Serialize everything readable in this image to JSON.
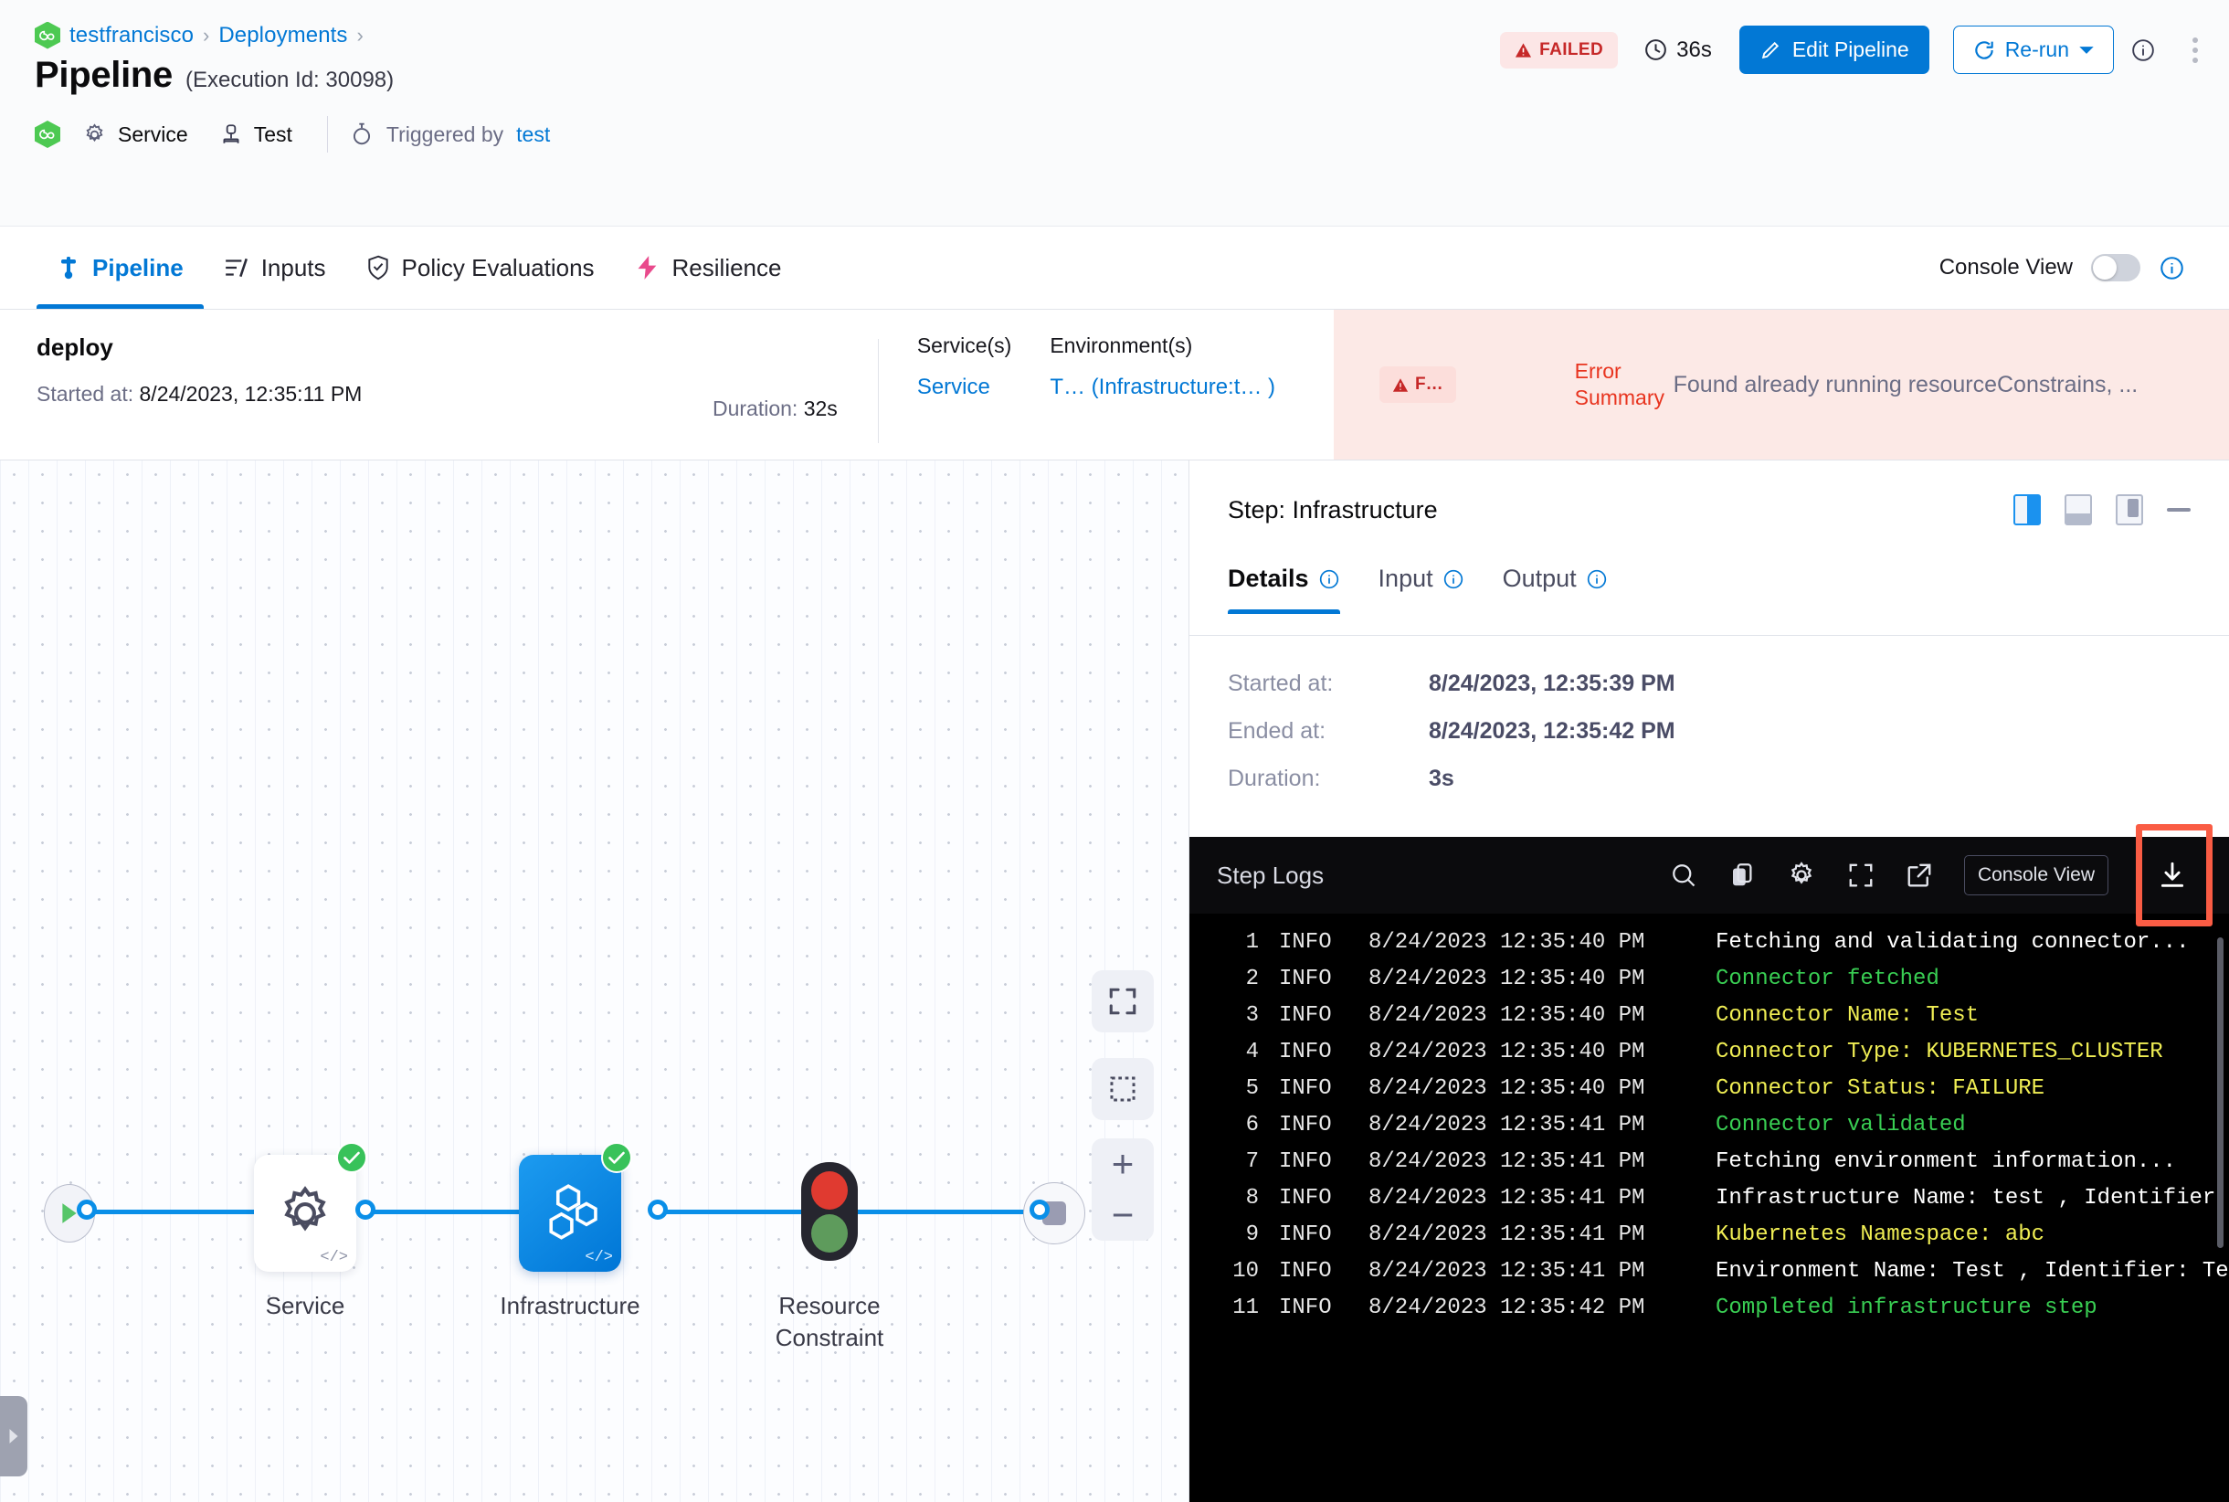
{
  "header": {
    "breadcrumb": {
      "project": "testfrancisco",
      "section": "Deployments",
      "separator": "›"
    },
    "title": "Pipeline",
    "execution_id": "(Execution Id: 30098)",
    "meta": {
      "service": "Service",
      "env": "Test",
      "triggered_prefix": "Triggered by",
      "triggered_by": "test"
    },
    "status_badge": "FAILED",
    "duration": "36s",
    "edit_button": "Edit Pipeline",
    "rerun_button": "Re-run",
    "colors": {
      "accent": "#0278d5",
      "failed_bg": "#fce6e6",
      "failed_fg": "#c62828",
      "ok_green": "#38c25a"
    }
  },
  "tabs": [
    {
      "label": "Pipeline",
      "icon": "pipeline-icon",
      "active": true
    },
    {
      "label": "Inputs",
      "icon": "inputs-icon",
      "active": false
    },
    {
      "label": "Policy Evaluations",
      "icon": "shield-check-icon",
      "active": false
    },
    {
      "label": "Resilience",
      "icon": "resilience-icon",
      "active": false
    }
  ],
  "console_view": {
    "label": "Console View",
    "enabled": false
  },
  "stage": {
    "name": "deploy",
    "started_label": "Started at:",
    "started_value": "8/24/2023, 12:35:11 PM",
    "duration_label": "Duration:",
    "duration_value": "32s",
    "services_header": "Service(s)",
    "services_value": "Service",
    "environments_header": "Environment(s)",
    "environments_value": "T… (Infrastructure:t… )",
    "failed_chip": "F…",
    "error_label_line1": "Error",
    "error_label_line2": "Summary",
    "error_text": "Found already running resourceConstrains, ..."
  },
  "graph": {
    "nodes": [
      {
        "label": "Service",
        "type": "service",
        "status": "success"
      },
      {
        "label": "Infrastructure",
        "type": "infrastructure",
        "status": "success",
        "selected": true
      },
      {
        "label": "Resource\nConstraint",
        "label_line1": "Resource",
        "label_line2": "Constraint",
        "type": "resource-constraint",
        "status": "blocked"
      }
    ],
    "controls": [
      {
        "name": "fit-to-screen-icon"
      },
      {
        "name": "select-area-icon"
      },
      {
        "name": "zoom-in-icon",
        "glyph": "+"
      },
      {
        "name": "zoom-out-icon",
        "glyph": "−"
      }
    ]
  },
  "step_panel": {
    "title": "Step: Infrastructure",
    "view_modes": [
      "split-right-view",
      "bottom-view",
      "right-panel-view"
    ],
    "minimize": "minimize-icon",
    "tabs": [
      {
        "label": "Details",
        "active": true
      },
      {
        "label": "Input",
        "active": false
      },
      {
        "label": "Output",
        "active": false
      }
    ],
    "details": [
      {
        "key": "Started at:",
        "value": "8/24/2023, 12:35:39 PM"
      },
      {
        "key": "Ended at:",
        "value": "8/24/2023, 12:35:42 PM"
      },
      {
        "key": "Duration:",
        "value": "3s"
      }
    ]
  },
  "step_logs": {
    "title": "Step Logs",
    "toolbar": [
      "search-icon",
      "copy-icon",
      "gear-icon",
      "fullscreen-icon",
      "open-external-icon"
    ],
    "console_view_button": "Console View",
    "download_button": "download-icon",
    "download_highlighted": true,
    "lines": [
      {
        "n": "1",
        "level": "INFO",
        "ts": "8/24/2023 12:35:40 PM",
        "msg": "Fetching and validating connector...",
        "color": "white"
      },
      {
        "n": "2",
        "level": "INFO",
        "ts": "8/24/2023 12:35:40 PM",
        "msg": "Connector fetched",
        "color": "green"
      },
      {
        "n": "3",
        "level": "INFO",
        "ts": "8/24/2023 12:35:40 PM",
        "msg": "Connector Name: Test",
        "color": "yellow"
      },
      {
        "n": "4",
        "level": "INFO",
        "ts": "8/24/2023 12:35:40 PM",
        "msg": "Connector Type: KUBERNETES_CLUSTER",
        "color": "yellow"
      },
      {
        "n": "5",
        "level": "INFO",
        "ts": "8/24/2023 12:35:40 PM",
        "msg": "Connector Status: FAILURE",
        "color": "yellow"
      },
      {
        "n": "6",
        "level": "INFO",
        "ts": "8/24/2023 12:35:41 PM",
        "msg": "Connector validated",
        "color": "green"
      },
      {
        "n": "7",
        "level": "INFO",
        "ts": "8/24/2023 12:35:41 PM",
        "msg": "Fetching environment information...",
        "color": "white"
      },
      {
        "n": "8",
        "level": "INFO",
        "ts": "8/24/2023 12:35:41 PM",
        "msg": "Infrastructure Name: test , Identifier:",
        "color": "white"
      },
      {
        "n": "9",
        "level": "INFO",
        "ts": "8/24/2023 12:35:41 PM",
        "msg": "Kubernetes Namespace: abc",
        "color": "yellow"
      },
      {
        "n": "10",
        "level": "INFO",
        "ts": "8/24/2023 12:35:41 PM",
        "msg": "Environment Name: Test , Identifier: Te",
        "color": "white"
      },
      {
        "n": "11",
        "level": "INFO",
        "ts": "8/24/2023 12:35:42 PM",
        "msg": "Completed infrastructure step",
        "color": "green"
      }
    ]
  }
}
